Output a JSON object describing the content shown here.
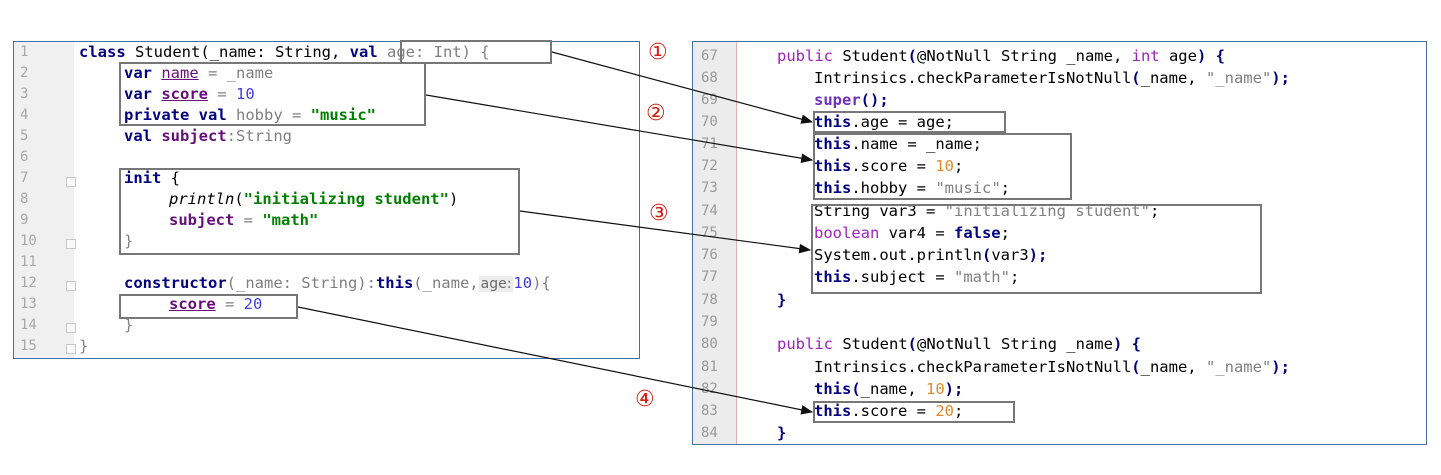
{
  "left": {
    "line_numbers": [
      "1",
      "2",
      "3",
      "4",
      "5",
      "6",
      "7",
      "8",
      "9",
      "10",
      "11",
      "12",
      "13",
      "14",
      "15"
    ],
    "l1": {
      "kw_class": "class",
      "name": "Student(_name: String, ",
      "kw_val": "val",
      "rest": " age: Int) {"
    },
    "l2": {
      "kw": "var",
      "prop": "name",
      "rest": " = _name"
    },
    "l3": {
      "kw": "var",
      "prop": "score",
      "eq": " = ",
      "num": "10"
    },
    "l4": {
      "kw": "private val",
      "prop": "hobby",
      "eq": " = ",
      "str": "\"music\""
    },
    "l5": {
      "kw": "val",
      "prop": "subject",
      "rest": ":String"
    },
    "l7": {
      "kw": "init",
      "rest": " {"
    },
    "l8": {
      "fn": "println",
      "open": "(",
      "str": "\"initializing student\"",
      "close": ")"
    },
    "l9": {
      "prop": "subject",
      "eq": " = ",
      "str": "\"math\""
    },
    "l10": {
      "text": "}"
    },
    "l12": {
      "kw": "constructor",
      "mid": "(_name: String):",
      "kw2": "this",
      "args": "(_name,",
      "hint": "age:",
      "num": "10",
      "close": "){"
    },
    "l13": {
      "prop": "score",
      "eq": " = ",
      "num": "20"
    },
    "l14": {
      "text": "}"
    },
    "l15": {
      "text": "}"
    }
  },
  "right": {
    "line_numbers": [
      "67",
      "68",
      "69",
      "70",
      "71",
      "72",
      "73",
      "74",
      "75",
      "76",
      "77",
      "78",
      "79",
      "80",
      "81",
      "82",
      "83",
      "84"
    ],
    "l67": {
      "kw": "public",
      "a": " Student",
      "b": "(",
      "c": "@NotNull String _name, ",
      "kw2": "int",
      "d": " age",
      "e": ") {"
    },
    "l68": {
      "a": "Intrinsics.checkParameterIsNotNull",
      "b": "(",
      "c": "_name, ",
      "str": "\"_name\"",
      "d": ");"
    },
    "l69": {
      "kw": "super",
      "b": "();"
    },
    "l70": {
      "kw": "this",
      "a": ".age = age;"
    },
    "l71": {
      "kw": "this",
      "a": ".name = _name;"
    },
    "l72": {
      "kw": "this",
      "a": ".score = ",
      "num": "10",
      "b": ";"
    },
    "l73": {
      "kw": "this",
      "a": ".hobby = ",
      "str": "\"music\"",
      "b": ";"
    },
    "l74": {
      "a": "String var3 = ",
      "str": "\"initializing student\"",
      "b": ";"
    },
    "l75": {
      "kw": "boolean",
      "a": " var4 = ",
      "kw2": "false",
      "b": ";"
    },
    "l76": {
      "a": "System.out.println",
      "b": "(",
      "c": "var3",
      "d": ");"
    },
    "l77": {
      "kw": "this",
      "a": ".subject = ",
      "str": "\"math\"",
      "b": ";"
    },
    "l78": {
      "text": "}"
    },
    "l80": {
      "kw": "public",
      "a": " Student",
      "b": "(",
      "c": "@NotNull String _name",
      "d": ") {"
    },
    "l81": {
      "a": "Intrinsics.checkParameterIsNotNull",
      "b": "(",
      "c": "_name, ",
      "str": "\"_name\"",
      "d": ");"
    },
    "l82": {
      "kw": "this",
      "b": "(",
      "c": "_name, ",
      "num": "10",
      "d": ");"
    },
    "l83": {
      "kw": "this",
      "a": ".score = ",
      "num": "20",
      "b": ";"
    },
    "l84": {
      "text": "}"
    }
  },
  "markers": [
    "①",
    "②",
    "③",
    "④"
  ],
  "colors": {
    "marker": "#d02010",
    "keyword": "#000080",
    "string": "#008000",
    "field": "#660e7a",
    "java_number": "#e08a2a",
    "java_keyword": "#a020c0"
  }
}
